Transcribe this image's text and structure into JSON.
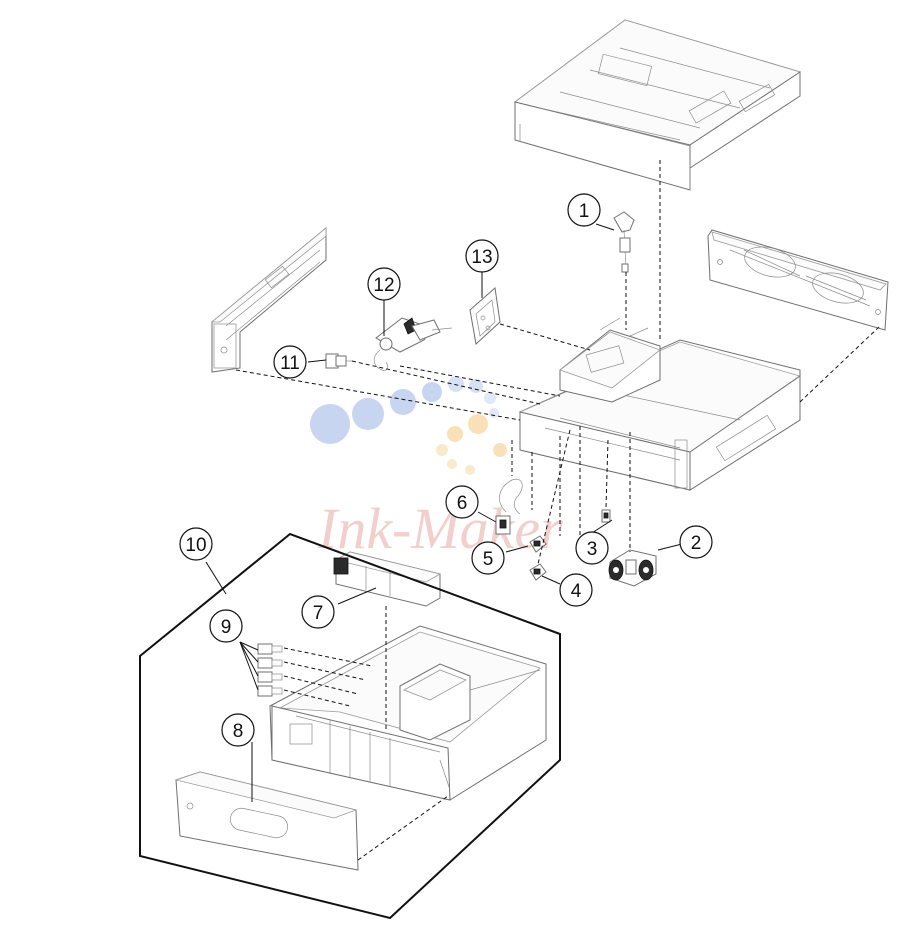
{
  "callouts": [
    {
      "id": "1",
      "label": "1"
    },
    {
      "id": "2",
      "label": "2"
    },
    {
      "id": "3",
      "label": "3"
    },
    {
      "id": "4",
      "label": "4"
    },
    {
      "id": "5",
      "label": "5"
    },
    {
      "id": "6",
      "label": "6"
    },
    {
      "id": "7",
      "label": "7"
    },
    {
      "id": "8",
      "label": "8"
    },
    {
      "id": "9",
      "label": "9"
    },
    {
      "id": "10",
      "label": "10"
    },
    {
      "id": "11",
      "label": "11"
    },
    {
      "id": "12",
      "label": "12"
    },
    {
      "id": "13",
      "label": "13"
    }
  ],
  "watermark": {
    "text": "Ink-Maker"
  },
  "colors": {
    "line": "#111111",
    "part_outline": "#6f6f6f",
    "watermark_blue": "#9bb4e6",
    "watermark_orange": "#f5c77e",
    "watermark_pink": "#e8a9a4"
  }
}
